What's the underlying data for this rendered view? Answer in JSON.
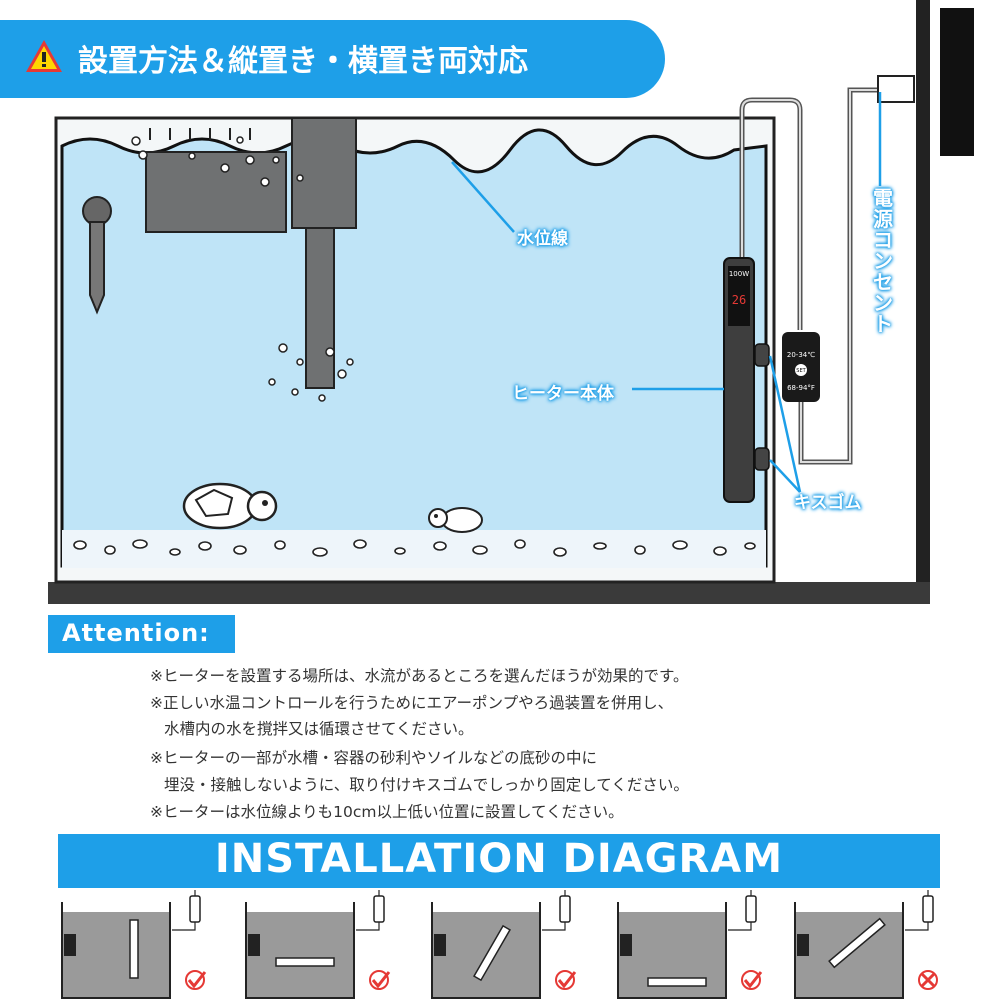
{
  "title": "設置方法＆縦置き・横置き両対応",
  "labels": {
    "water_line": "水位線",
    "heater_body": "ヒーター本体",
    "power_outlet": "電源コンセント",
    "suction_cup": "キスゴム"
  },
  "heater": {
    "wattage": "100W",
    "display": "26",
    "controller_range_c": "20-34℃",
    "controller_set": "SET",
    "controller_range_f": "68-94°F"
  },
  "attention": {
    "heading": "Attention:",
    "notes": [
      "※ヒーターを設置する場所は、水流があるところを選んだほうが効果的です。",
      "※正しい水温コントロールを行うためにエアーポンプやろ過装置を併用し、",
      "水槽内の水を撹拌又は循環させてください。",
      "※ヒーターの一部が水槽・容器の砂利やソイルなどの底砂の中に",
      "埋没・接触しないように、取り付けキスゴムでしっかり固定してください。",
      "※ヒーターは水位線よりも10cm以上低い位置に設置してください。"
    ]
  },
  "diagram": {
    "heading": "INSTALLATION DIAGRAM",
    "panels": [
      {
        "orientation": "vertical",
        "result": "correct"
      },
      {
        "orientation": "horizontal",
        "result": "correct"
      },
      {
        "orientation": "diagonal",
        "result": "correct"
      },
      {
        "orientation": "horizontal-bottom",
        "result": "correct"
      },
      {
        "orientation": "diagonal-exposed",
        "result": "incorrect"
      }
    ]
  },
  "colors": {
    "accent": "#1e9fe8",
    "water": "#bfe4f7",
    "check": "#e53935"
  }
}
